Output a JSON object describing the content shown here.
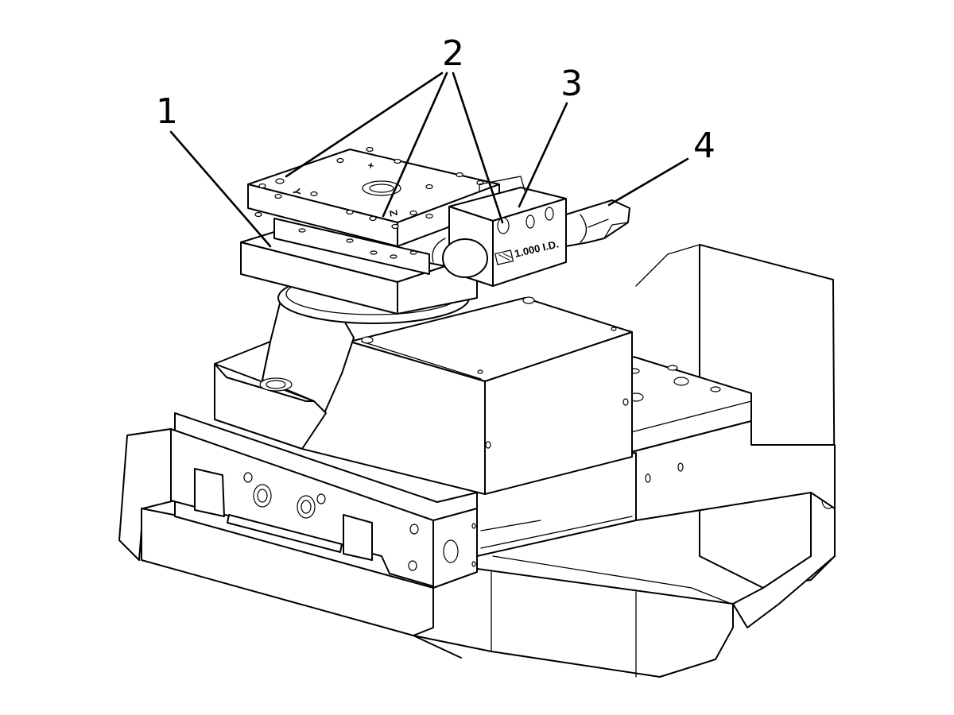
{
  "callouts": [
    {
      "id": "1",
      "label": "1"
    },
    {
      "id": "2",
      "label": "2"
    },
    {
      "id": "3",
      "label": "3"
    },
    {
      "id": "4",
      "label": "4"
    }
  ],
  "stamp_text": "1.000 I.D."
}
